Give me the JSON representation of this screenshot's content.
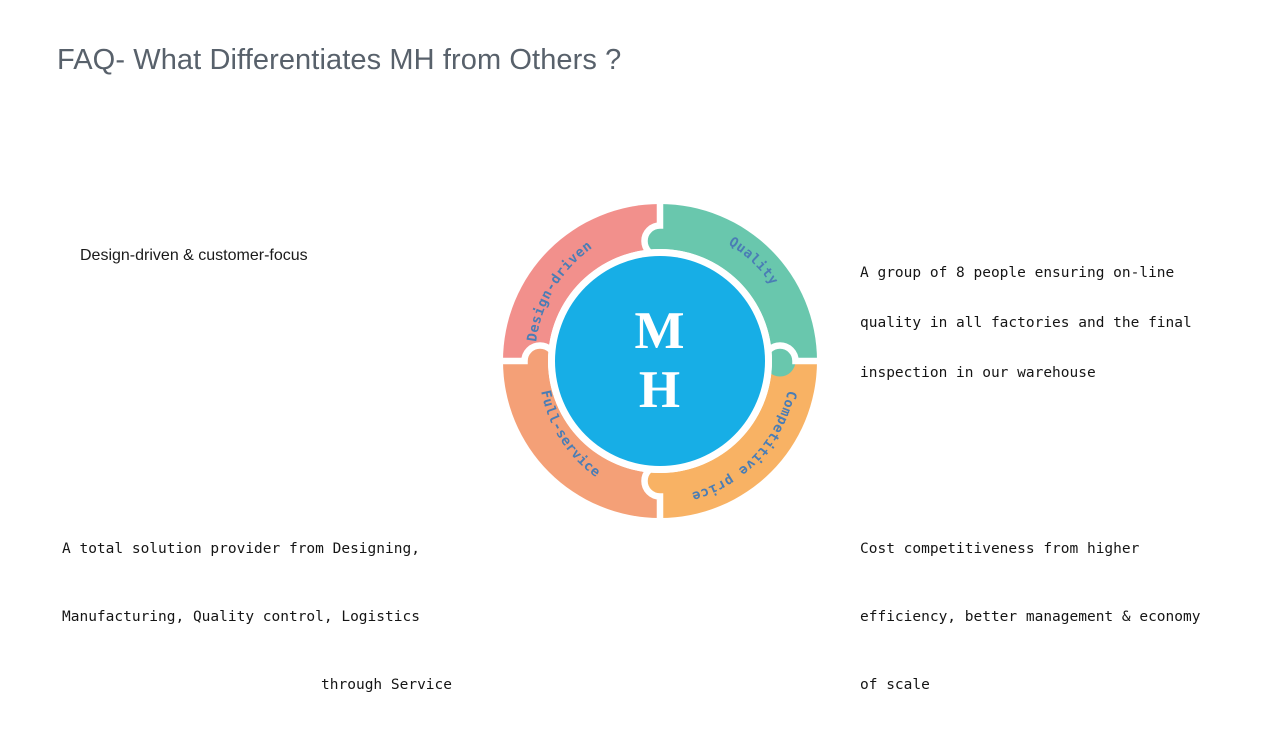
{
  "slide": {
    "title": "FAQ- What Differentiates MH from Others ?",
    "background_color": "#ffffff",
    "title_color": "#58616b"
  },
  "diagram": {
    "type": "puzzle-ring",
    "center_label_line1": "M",
    "center_label_line2": "H",
    "center_color": "#17aee6",
    "label_color": "#4a7db5",
    "segments": [
      {
        "id": "design-driven",
        "label": "Design-driven",
        "color": "#f2908c",
        "position": "top-left"
      },
      {
        "id": "quality",
        "label": "Quality",
        "color": "#69c7ad",
        "position": "top-right"
      },
      {
        "id": "competitive-price",
        "label": "Competitive price",
        "color": "#f8b264",
        "position": "bottom-right"
      },
      {
        "id": "full-service",
        "label": "Full-service",
        "color": "#f4a077",
        "position": "bottom-left"
      }
    ]
  },
  "callouts": {
    "top_left": {
      "id": "design-driven",
      "text": "Design-driven & customer-focus"
    },
    "top_right": {
      "id": "quality",
      "lines": [
        "A group of 8 people ensuring on-line",
        "quality in all factories and the final",
        "inspection in our warehouse"
      ]
    },
    "bottom_left": {
      "id": "full-service",
      "lines": [
        "A total solution provider from Designing,",
        "Manufacturing, Quality control, Logistics",
        "through Service"
      ]
    },
    "bottom_right": {
      "id": "competitive-price",
      "lines": [
        "Cost competitiveness from higher",
        "efficiency, better management & economy",
        "of scale"
      ]
    }
  }
}
